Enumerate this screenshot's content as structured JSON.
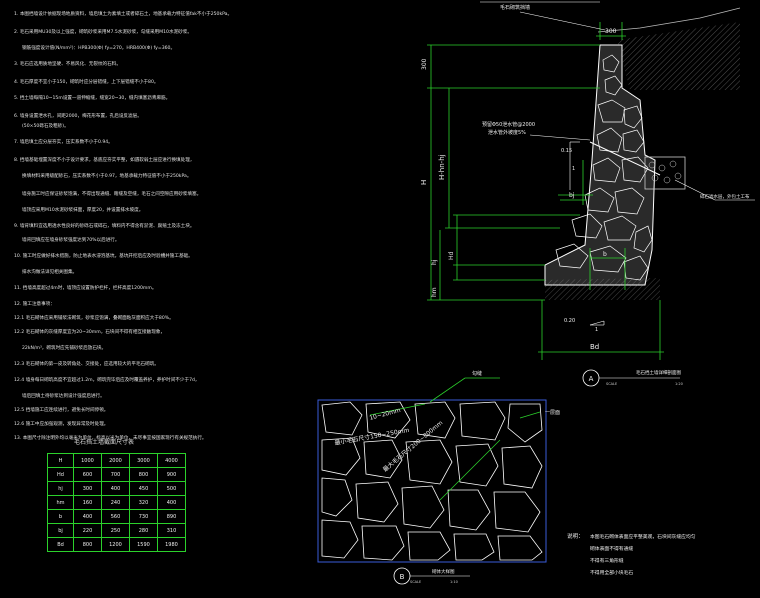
{
  "notes": [
    "1. 本图挡墙设计依据现场地质资料，墙后填土为素填土或者碎石土，地基承载力特征值fak不小于250kPa。",
    "2. 毛石采用MU30及以上强度，砌筑砂浆采用M7.5水泥砂浆，勾缝采用M10水泥砂浆。",
    "   钢筋强度设计值(N/mm²)：HPB300(Φ) fy=270，HRB400(Φ) fy=360。",
    "3. 毛石应选用质地坚硬、不易风化、无裂纹的石料。",
    "4. 毛石厚度不宜小于150，砌筑时应分层错缝，上下层错缝不小于80。",
    "5. 挡土墙每隔10~15m设置一道伸缩缝，缝宽20~30，缝内填塞沥青麻筋。",
    "6. 墙身设置泄水孔，间距2000，梅花形布置，孔后设反滤层。",
    "   (50×50砾石及粗砂)。",
    "7. 墙后填土应分层夯实，压实系数不小于0.94。",
    "8. 挡墙基础埋置深度不小于设计要求，基底应夯实平整，如遇软弱土层应进行换填处理，",
    "   换填材料采用级配砂石，压实系数不小于0.97，地基承载力特征值不小于250kPa。",
    "   墙身施工时应保证砂浆饱满，不得出现通缝、瞎缝及空缝，毛石之间空隙应用砂浆填塞。",
    "   墙顶应采用M10水泥砂浆抹面，厚度20，并设置排水坡度。",
    "9. 墙背填料宜选用透水性良好的砂砾石或碎石，填料内不得含有淤泥、腐殖土及冻土块。",
    "   墙背回填应在墙身砂浆强度达到70%以后进行。",
    "10. 施工时应做好排水措施，防止地表水浸泡基坑，基坑开挖后应及时验槽并施工基础。",
    "   排水沟做法详见相关图集。",
    "11. 挡墙高度超过4m时，墙顶应设置防护栏杆，栏杆高度1200mm。",
    "12. 施工注意事项：",
    "12.1 毛石砌体应采用铺浆法砌筑，砂浆应饱满，叠砌面粘灰面积应大于80%。",
    "12.2 毛石砌体的灰缝厚度宜为20~30mm，石块间不得有相互接触现象，",
    "   22kN/m³，砌筑时应先铺砂浆后放石块。",
    "12.3 毛石砌体的第一皮及转角处、交接处，应选用较大的平毛石砌筑。",
    "12.4 墙身每日砌筑高度不宜超过1.2m，砌筑完毕后应及时覆盖养护，养护时间不少于7d，",
    "   墙后回填土待砂浆达到设计强度后进行。",
    "12.5 挡墙施工应连续进行，避免长时间停顿。",
    "12.6 施工中应加强观测，发现异常及时处理。",
    "13. 本图尺寸除注明外均以毫米为单位，标高以米为单位，未尽事宜按国家现行有关规范执行。"
  ],
  "table": {
    "title": "毛石挡土墙截面尺寸表",
    "rows": [
      {
        "label": "H",
        "values": [
          "1000",
          "2000",
          "3000",
          "4000"
        ]
      },
      {
        "label": "Hd",
        "values": [
          "600",
          "700",
          "800",
          "900"
        ]
      },
      {
        "label": "hj",
        "values": [
          "300",
          "400",
          "450",
          "500"
        ]
      },
      {
        "label": "hm",
        "values": [
          "160",
          "240",
          "320",
          "400"
        ]
      },
      {
        "label": "b",
        "values": [
          "400",
          "560",
          "730",
          "890"
        ]
      },
      {
        "label": "bj",
        "values": [
          "220",
          "250",
          "280",
          "310"
        ]
      },
      {
        "label": "Bd",
        "values": [
          "800",
          "1200",
          "1590",
          "1980"
        ]
      }
    ]
  },
  "section_a": {
    "top_label": "毛石砌筑挡墙",
    "dim_300_top": "300",
    "dim_300_side": "300",
    "label_H": "H",
    "label_H_hn_hj": "H-hn-hj",
    "label_hj": "hj",
    "label_Hd": "Hd",
    "label_hm": "hm",
    "label_bj": "bj",
    "label_b": "b",
    "label_Bd": "Bd",
    "slope_015": "0.15",
    "slope_one_a": "1",
    "slope_020": "0.20",
    "slope_one_b": "1",
    "drain_note_1": "预留Φ50泄水管@2000",
    "drain_note_2": "泄水管外坡度5%",
    "filter_note": "碎石滤水层，外包土工布",
    "bubble": "A",
    "caption": "毛石挡土墙详细剖面图",
    "scale_label": "SCALE",
    "scale_value": "1:20"
  },
  "detail_b": {
    "mortar_label": "勾缝",
    "joint_label": "10~20mm",
    "stone_min_label": "最小毛石尺寸150~250mm",
    "stone_max_label": "最大毛石尺寸200~800mm",
    "grout_label": "一层面",
    "bubble": "B",
    "caption": "砌体大样图",
    "scale_label": "SCALE",
    "scale_value": "1:10"
  },
  "remarks": {
    "title": "说明：",
    "lines": [
      "本图毛石砌体表面应平整美观，石块间灰缝应均匀",
      "砌体表面不得有通缝",
      "不得有三角形缝",
      "不得用全部小块毛石"
    ]
  }
}
